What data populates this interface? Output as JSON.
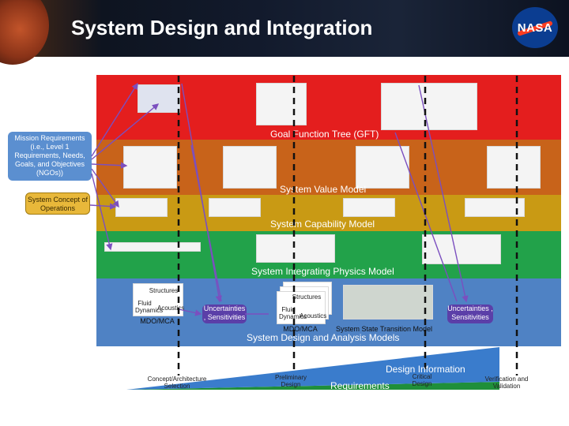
{
  "slide": {
    "title": "System Design and Integration",
    "logo_text": "NASA"
  },
  "colors": {
    "gft": "#e41e1e",
    "value": "#c8631a",
    "capability": "#c99a14",
    "physics": "#22a24a",
    "design": "#4f82c4",
    "side_box": "#5b8fd0",
    "concept_box": "#e8b83a",
    "uncertainty_box": "#5b3fa8",
    "requirements_wedge": "#1f8f3a",
    "design_wedge": "#3a7ccc"
  },
  "bands": {
    "gft": "Goal Function Tree (GFT)",
    "value": "System Value Model",
    "capability": "System Capability Model",
    "physics": "System Integrating Physics Model",
    "design": "System Design and Analysis Models"
  },
  "side_boxes": {
    "mission": "Mission Requirements (i.e., Level 1 Requirements, Needs, Goals, and Objectives (NGOs))",
    "concept": "System Concept of Operations"
  },
  "design_models": {
    "mdo_left": "MDO/MCA",
    "mdo_center": "MDO/MCA",
    "state_transition": "System State Transition Model",
    "uncertainty_left": "Uncertainties , Sensitivities",
    "uncertainty_right": "Uncertainties , Sensitivities",
    "structures": "Structures",
    "fluid_dynamics": "Fluid Dynamics",
    "acoustics": "Acoustics"
  },
  "wedges": {
    "design_information": "Design Information",
    "requirements": "Requirements"
  },
  "milestones": {
    "concept": "Concept/Architecture Selection",
    "preliminary": "Preliminary Design",
    "critical": "Critical Design",
    "verification": "Verification and Validation"
  }
}
